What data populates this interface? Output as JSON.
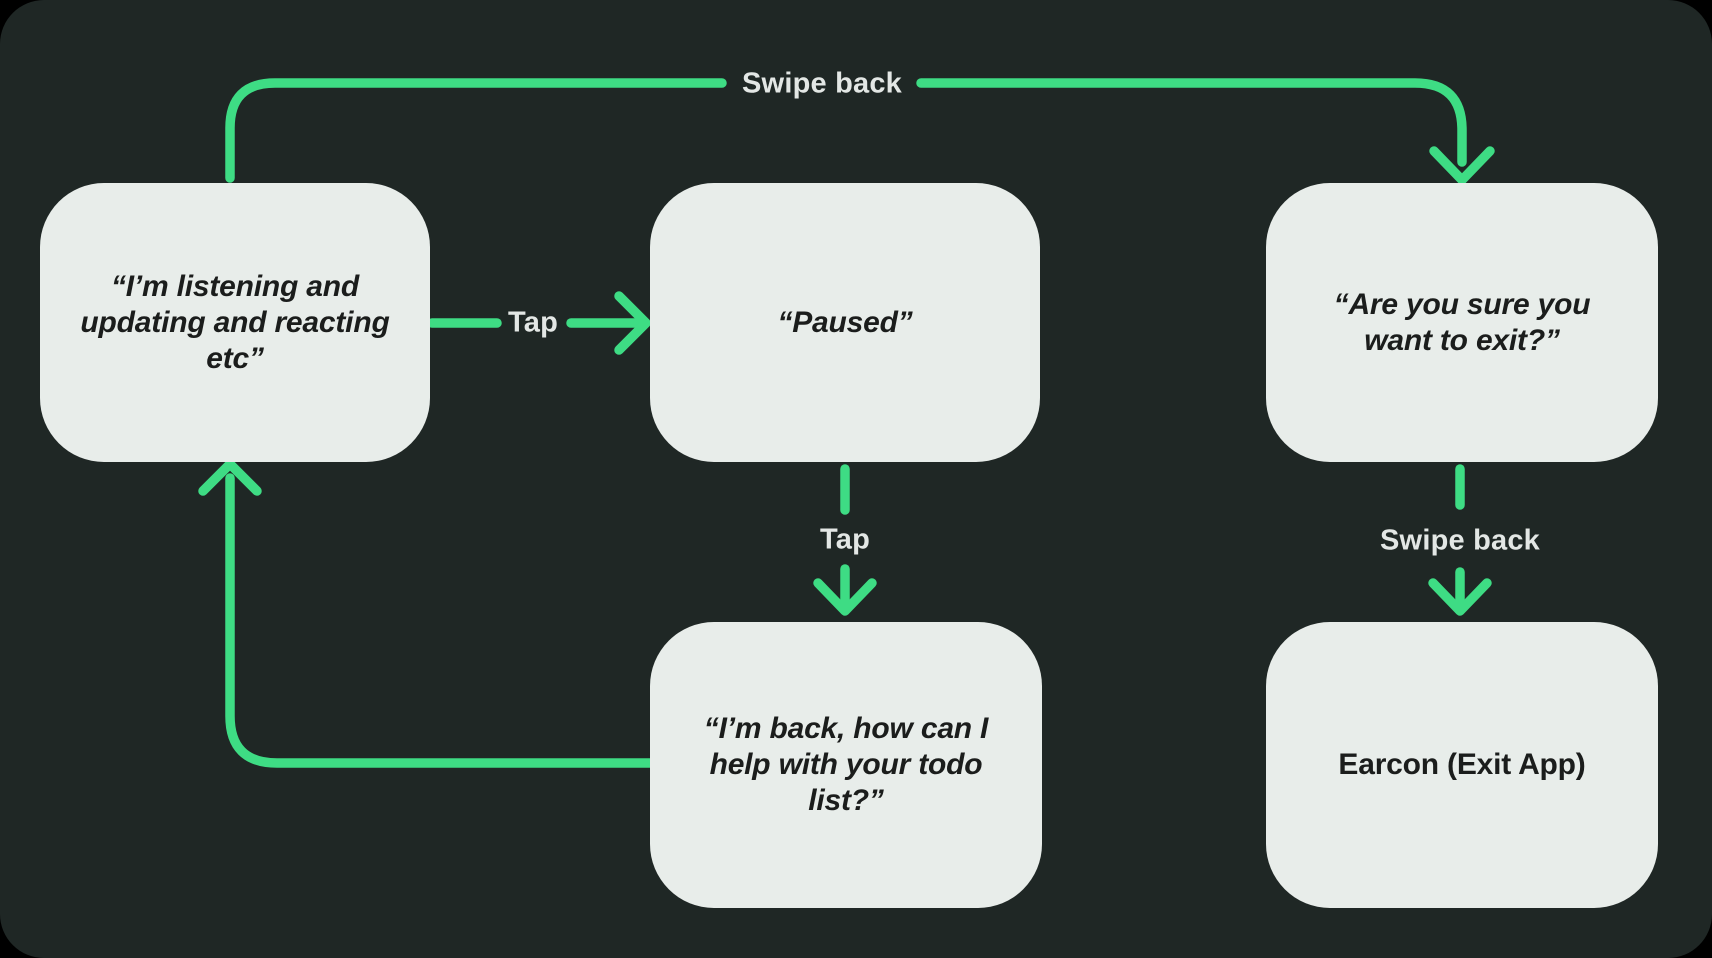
{
  "diagram": {
    "description": "Voice assistant state flow diagram"
  },
  "colors": {
    "page_background": "#000000",
    "canvas_background": "#1f2725",
    "node_fill": "#e8edea",
    "node_text": "#1b1d1c",
    "arrow": "#3edc84",
    "edge_label": "#e3e7e5"
  },
  "nodes": {
    "listening": {
      "text": "“I’m listening and\nupdating and reacting\netc”"
    },
    "paused": {
      "text": "“Paused”"
    },
    "exit_confirm": {
      "text": "“Are you sure you\nwant to exit?”"
    },
    "back_todo": {
      "text": "“I’m back, how can I\nhelp with your todo\nlist?”"
    },
    "earcon": {
      "text": "Earcon (Exit App)"
    }
  },
  "edges": {
    "swipe_back_top": {
      "label": "Swipe back",
      "from": "listening",
      "to": "exit_confirm"
    },
    "tap_right": {
      "label": "Tap",
      "from": "listening",
      "to": "paused"
    },
    "tap_down": {
      "label": "Tap",
      "from": "paused",
      "to": "back_todo"
    },
    "swipe_back_down": {
      "label": "Swipe back",
      "from": "exit_confirm",
      "to": "earcon"
    },
    "loop_back": {
      "label": "",
      "from": "back_todo",
      "to": "listening"
    }
  }
}
